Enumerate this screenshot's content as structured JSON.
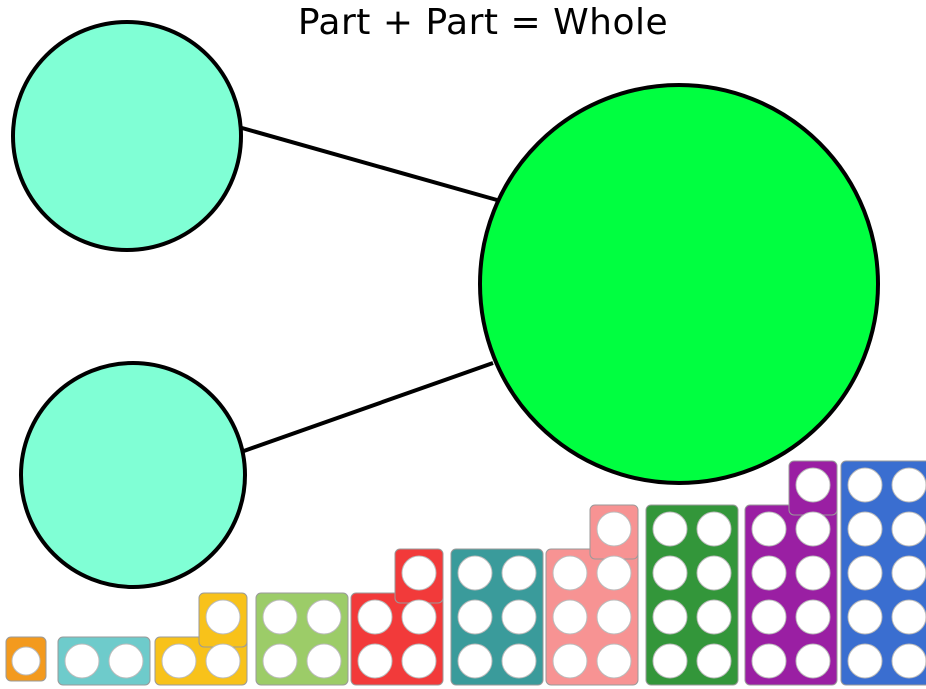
{
  "title": "Part + Part = Whole",
  "colors": {
    "part_circle": "#80ffd5",
    "whole_circle": "#00ff40",
    "outline": "#000000"
  },
  "diagram": {
    "parts": [
      {
        "name": "part-circle-top"
      },
      {
        "name": "part-circle-bottom"
      }
    ],
    "whole": {
      "name": "whole-circle"
    }
  },
  "numicon_tiles": [
    {
      "value": 1,
      "color": "#f39a1e"
    },
    {
      "value": 2,
      "color": "#6ecbcb"
    },
    {
      "value": 3,
      "color": "#f8c21a"
    },
    {
      "value": 4,
      "color": "#9ccc68"
    },
    {
      "value": 5,
      "color": "#f23a3a"
    },
    {
      "value": 6,
      "color": "#3a9b9b"
    },
    {
      "value": 7,
      "color": "#f79393"
    },
    {
      "value": 8,
      "color": "#33963a"
    },
    {
      "value": 9,
      "color": "#9a1fa3"
    },
    {
      "value": 10,
      "color": "#3a6ed0"
    }
  ]
}
